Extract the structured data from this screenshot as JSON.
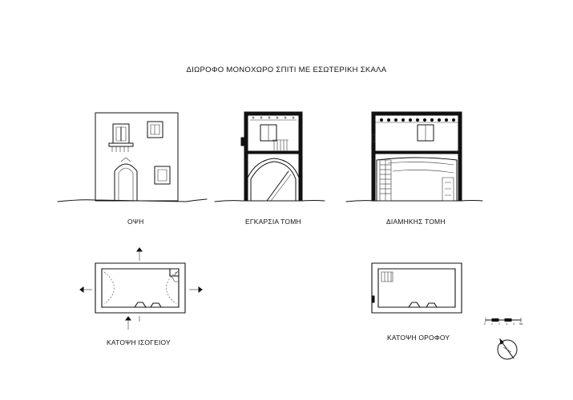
{
  "sheet": {
    "title": "ΔΙΩΡΟΦΟ ΜΟΝΟΧΩΡΟ ΣΠΙΤΙ ΜΕ ΕΣΩΤΕΡΙΚΗ ΣΚΑΛΑ"
  },
  "drawings": {
    "elevation_label": "ΟΨΗ",
    "cross_section_label": "ΕΓΚΑΡΣΙΑ ΤΟΜΗ",
    "long_section_label": "ΔΙΑΜΗΚΗΣ ΤΟΜΗ",
    "ground_plan_label": "ΚΑΤΟΨΗ ΙΣΟΓΕΙΟΥ",
    "upper_plan_label": "ΚΑΤΟΨΗ ΟΡΟΦΟΥ"
  },
  "scale_bar": {
    "ticks": [
      "0",
      "1",
      "2",
      "3",
      "4",
      "5м"
    ]
  },
  "icons": {
    "north_arrow": "north-arrow-icon",
    "section_markers": "section-arrow-icon"
  },
  "colors": {
    "ink": "#111111",
    "paper": "#ffffff"
  }
}
